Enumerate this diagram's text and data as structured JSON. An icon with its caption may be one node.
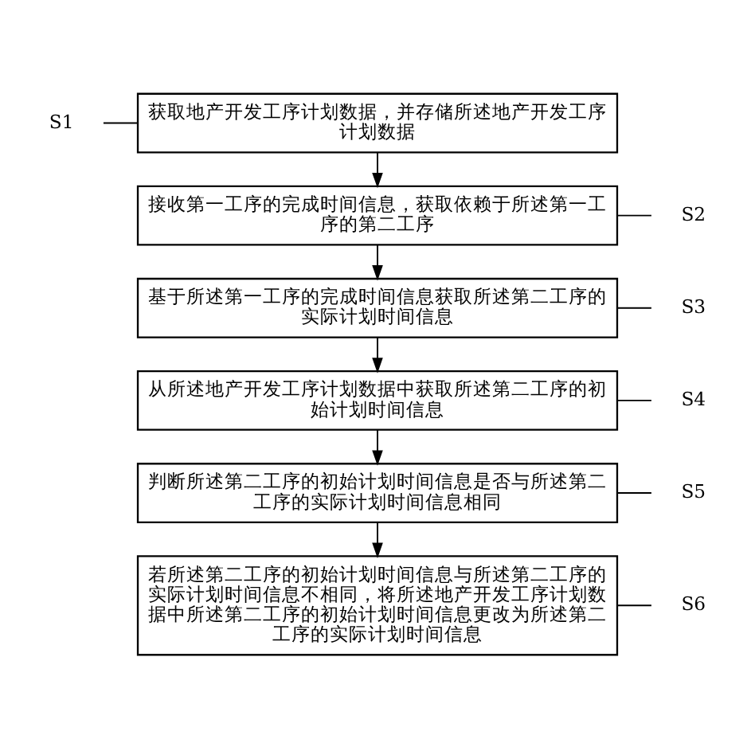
{
  "diagram": {
    "nodes": [
      {
        "text": [
          "S1"
        ]
      },
      {
        "text": [
          "获取地产开发工序计划数据，并存储所述地产开发工序计划数据"
        ]
      },
      {
        "text": [
          "S2"
        ]
      },
      {
        "text": [
          "接收第一工序的完成时间信息，获取依赖于所述第一工序的第二工序"
        ]
      },
      {
        "text": [
          "S3"
        ]
      },
      {
        "text": [
          "基于所述第一工序的完成时间信息获取所述第二工序的实际计划时间信息"
        ]
      },
      {
        "text": [
          "S4"
        ]
      },
      {
        "text": [
          "从所述地产开发工序计划数据中获取所述第二工序的初始计划时间信息"
        ]
      },
      {
        "text": [
          "S5"
        ]
      },
      {
        "text": [
          "判断所述第二工序的初始计划时间信息是否与所述第二工序的实际计划时间信息相同"
        ]
      },
      {
        "text": [
          "S6"
        ]
      },
      {
        "text": [
          "若所述第二工序的初始计划时间信息与所述第二工序的实际计划时间信息不相同，将所述地产开发工序计划数据中所述第二工序的初始计划时间信息更改为所述第二工序的实际计划时间信息"
        ]
      }
    ],
    "edges": [
      {
        "from": 1,
        "to": 3,
        "arrow": "to"
      },
      {
        "from": 3,
        "to": 5,
        "arrow": "to"
      },
      {
        "from": 5,
        "to": 7,
        "arrow": "to"
      },
      {
        "from": 7,
        "to": 9,
        "arrow": "to"
      },
      {
        "from": 9,
        "to": 11,
        "arrow": "to"
      },
      {
        "from": 0,
        "to": 1,
        "arrow": "none"
      },
      {
        "from": 2,
        "to": 3,
        "arrow": "none"
      },
      {
        "from": 4,
        "to": 5,
        "arrow": "none"
      },
      {
        "from": 6,
        "to": 7,
        "arrow": "none"
      },
      {
        "from": 8,
        "to": 9,
        "arrow": "none"
      },
      {
        "from": 10,
        "to": 11,
        "arrow": "none"
      }
    ]
  }
}
